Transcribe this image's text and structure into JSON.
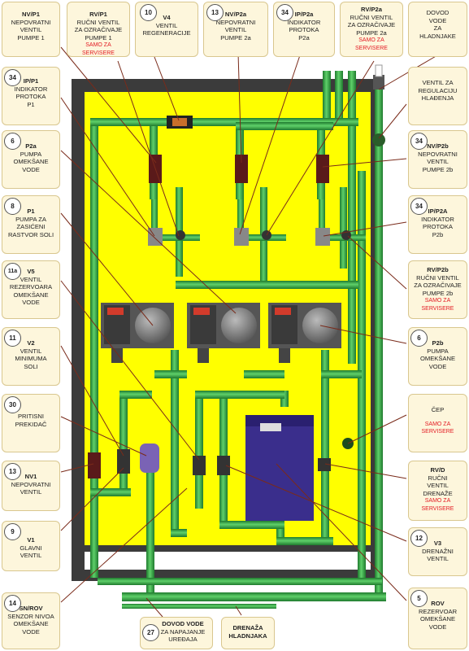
{
  "labels": {
    "nv_p1": {
      "code": "NV/P1",
      "desc": "NEPOVRATNI\nVENTIL\nPUMPE 1"
    },
    "rv_p1": {
      "code": "RV/P1",
      "desc": "RUČNI VENTIL\nZA OZRAČIVAJE\nPUMPE 1",
      "note": "SAMO ZA SERVISERE"
    },
    "v4": {
      "num": "10",
      "code": "V4",
      "desc": "VENTIL\nREGENERACIJE"
    },
    "nv_p2a": {
      "num": "13",
      "code": "NV/P2a",
      "desc": "NEPOVRATNI\nVENTIL\nPUMPE 2a"
    },
    "ip_p2a_top": {
      "num": "34",
      "code": "IP/P2a",
      "desc": "INDIKATOR\nPROTOKA\nP2a"
    },
    "rv_p2a": {
      "code": "RV/P2a",
      "desc": "RUČNI VENTIL\nZA OZRAČIVAJE\nPUMPE 2a",
      "note": "SAMO ZA SERVISERE"
    },
    "dovod_hladnjak": {
      "desc": "DOVOD\nVODE\nZA\nHLADNJAKE"
    },
    "ip_p1": {
      "num": "34",
      "code": "IP/P1",
      "desc": "INDIKATOR\nPROTOKA\nP1"
    },
    "ventil_reg": {
      "desc": "VENTIL ZA\nREGULACIJU\nHLAĐENJA"
    },
    "p2a_pumpa": {
      "num": "6",
      "code": "P2a",
      "desc": "PUMPA\nOMEKŠANE\nVODE"
    },
    "nv_p2b": {
      "num": "34",
      "code": "NV/P2b",
      "desc": "NEPOVRATNI\nVENTIL\nPUMPE 2b"
    },
    "p1_pumpa": {
      "num": "8",
      "code": "P1",
      "desc": "PUMPA ZA\nZASIĆENI\nRASTVOR SOLI"
    },
    "ip_p2a_right": {
      "num": "34",
      "code": "IP/P2A",
      "desc": "INDIKATOR\nPROTOKA\nP2b"
    },
    "v5": {
      "num": "11a",
      "code": "V5",
      "desc": "VENTIL\nREZERVOARA\nOMEKŠANE\nVODE"
    },
    "rv_p2b": {
      "code": "RV/P2b",
      "desc": "RUČNI VENTIL\nZA OZRAČIVAJE\nPUMPE 2b",
      "note": "SAMO ZA SERVISERE"
    },
    "v2": {
      "num": "11",
      "code": "V2",
      "desc": "VENTIL\nMINIMUMA\nSOLI"
    },
    "p2b_pumpa": {
      "num": "6",
      "code": "P2b",
      "desc": "PUMPA\nOMEKŠANE\nVODE"
    },
    "pritisni": {
      "num": "30",
      "desc": "PRITISNI\nPREKIDAČ"
    },
    "cep": {
      "desc": "ČEP",
      "note": "SAMO ZA SERVISERE"
    },
    "nv1": {
      "num": "13",
      "code": "NV1",
      "desc": "NEPOVRATNI\nVENTIL"
    },
    "rv_d": {
      "code": "RV/D",
      "desc": "RUČNI\nVENTIL\nDRENAŽE",
      "note": "SAMO ZA SERVISERE"
    },
    "v1": {
      "num": "9",
      "code": "V1",
      "desc": "GLAVNI\nVENTIL"
    },
    "v3": {
      "num": "12",
      "code": "V3",
      "desc": "DRENAŽNI\nVENTIL"
    },
    "sn_rov": {
      "num": "14",
      "code": "SN/ROV",
      "desc": "SENZOR NIVOA\nOMEKŠANE\nVODE"
    },
    "dovod_vode": {
      "num": "27",
      "code": "DOVOD VODE",
      "desc": "ZA NAPAJANJE\nUREĐAJA"
    },
    "drenaza": {
      "code": "DRENAŽA\nHLADNJAKA"
    },
    "rov": {
      "num": "5",
      "code": "ROV",
      "desc": "REZERVOAR\nOMEKŠANE\nVODE"
    }
  },
  "colors": {
    "panel": "#ffff00",
    "frame": "#333333",
    "pipe": "#37b24d",
    "pipe_dark": "#1f7a2e",
    "tank": "#3a2e8c",
    "pump_body": "#777777",
    "leader": "#7a2b1a",
    "label_bg": "#fdf6dc",
    "note": "#e31b23"
  }
}
